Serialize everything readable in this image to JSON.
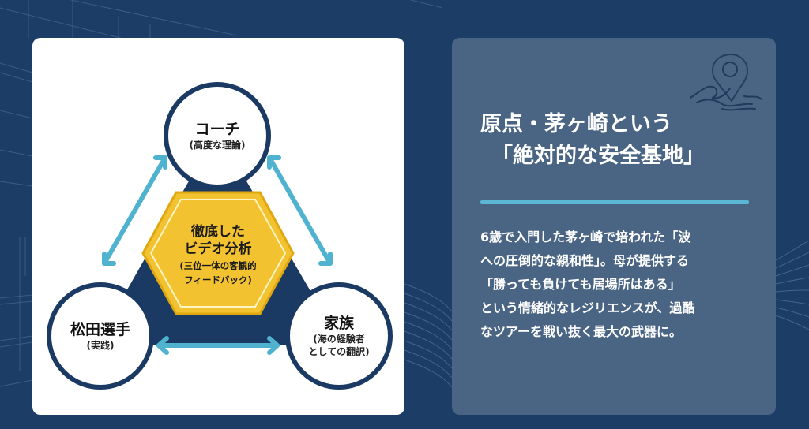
{
  "diagram": {
    "nodes": {
      "coach": {
        "title": "コーチ",
        "subtitle": "(高度な理論)"
      },
      "player": {
        "title": "松田選手",
        "subtitle": "(実践)"
      },
      "family": {
        "title": "家族",
        "subtitle_line1": "(海の経験者",
        "subtitle_line2": "としての翻訳)"
      }
    },
    "center": {
      "title_line1": "徹底した",
      "title_line2": "ビデオ分析",
      "subtitle_line1": "(三位一体の客観的",
      "subtitle_line2": "フィードバック)"
    },
    "colors": {
      "navy": "#1b3a63",
      "arrow": "#4fb3cf",
      "hex_fill": "#f2c230",
      "hex_border": "#e0a810"
    }
  },
  "panel": {
    "icon": "location-pin-wave-icon",
    "headline_line1": "原点・茅ヶ崎という",
    "headline_line2": "「絶対的な安全基地」",
    "body_lines": [
      "6歳で入門した茅ヶ崎で培われた「波",
      "への圧倒的な親和性」。母が提供する",
      "「勝っても負けても居場所はある」",
      "という情緒的なレジリエンスが、過酷",
      "なツアーを戦い抜く最大の武器に。"
    ],
    "colors": {
      "background": "#4a6584",
      "divider": "#5bb6d4",
      "text": "#ffffff"
    }
  },
  "page": {
    "background": "#1c3d66"
  }
}
